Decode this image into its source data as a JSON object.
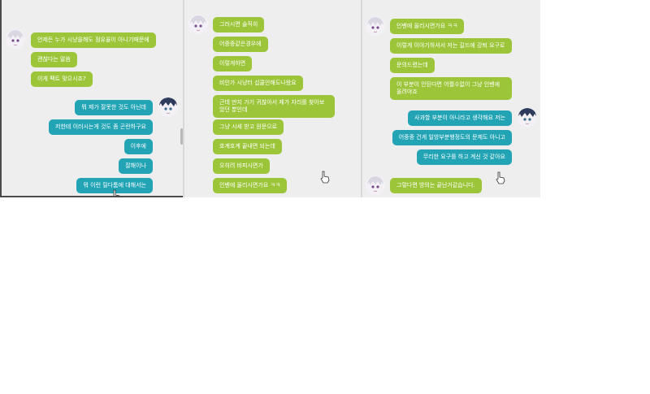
{
  "panels": [
    {
      "messages": [
        {
          "side": "left",
          "text": "언제든 누가 시냥을해도 점유율이 아니기때문에"
        },
        {
          "side": "left",
          "text": "괜찮다는 말씀"
        },
        {
          "side": "left",
          "text": "이게 팩트 맞으시죠?"
        },
        {
          "side": "right",
          "text": "뭐 제가 잘못한 것도 아닌데"
        },
        {
          "side": "right",
          "text": "저한테 이러시는게 것도 좀 곤란하구요"
        },
        {
          "side": "right",
          "text": "이후에"
        },
        {
          "side": "right",
          "text": "잘해이나"
        },
        {
          "side": "right",
          "text": "뭐 이런 릴다툼에 대해서는"
        }
      ]
    },
    {
      "messages": [
        {
          "side": "left",
          "text": "그러시면 솔직히"
        },
        {
          "side": "left",
          "text": "어중중같은경우에"
        },
        {
          "side": "left",
          "text": "이렇게하면"
        },
        {
          "side": "left",
          "text": "비인가 시냥터 섭콜안해도나왔요"
        },
        {
          "side": "left",
          "text": "근데 만지 가기 귀찮아서 제가 자리를 찾아보았던 뿐인데"
        },
        {
          "side": "left",
          "text": "그냥 시세 받고 원문으로"
        },
        {
          "side": "left",
          "text": "호계호계 끝내면 되는데"
        },
        {
          "side": "left",
          "text": "오히려 비피시면가"
        },
        {
          "side": "left",
          "text": "인벤에 올리시면가요 ㅋㅋ"
        }
      ]
    },
    {
      "messages": [
        {
          "side": "left",
          "text": "인벤에 올리시면가요 ㅋㅋ"
        },
        {
          "side": "left",
          "text": "이렇게 이야기하셔서 저는 길드에 강퇴 요구로"
        },
        {
          "side": "left",
          "text": "문의드렸는데"
        },
        {
          "side": "left",
          "text": "이 부분이 안된다면 어쩔수없이 그냥 인벤에 올려야죠"
        },
        {
          "side": "right",
          "text": "사과할 부분이 아니라고 생각해요 저는"
        },
        {
          "side": "right",
          "text": "어중중 건게 일방부분행정도의 문제도 아니고"
        },
        {
          "side": "right",
          "text": "무리한 요구를 하고 계신 것 같아요"
        },
        {
          "side": "left",
          "text": "그렇다면 방의는 끝난거같습니다."
        }
      ]
    }
  ],
  "colors": {
    "panel_bg": "#eeeeee",
    "bubble_left": "#9dc53a",
    "bubble_right": "#22a4b5",
    "bubble_text": "#ffffff"
  },
  "icons": {
    "avatar": "white-haired-character-avatar-icon",
    "cursor": "pointing-hand-cursor-icon"
  }
}
